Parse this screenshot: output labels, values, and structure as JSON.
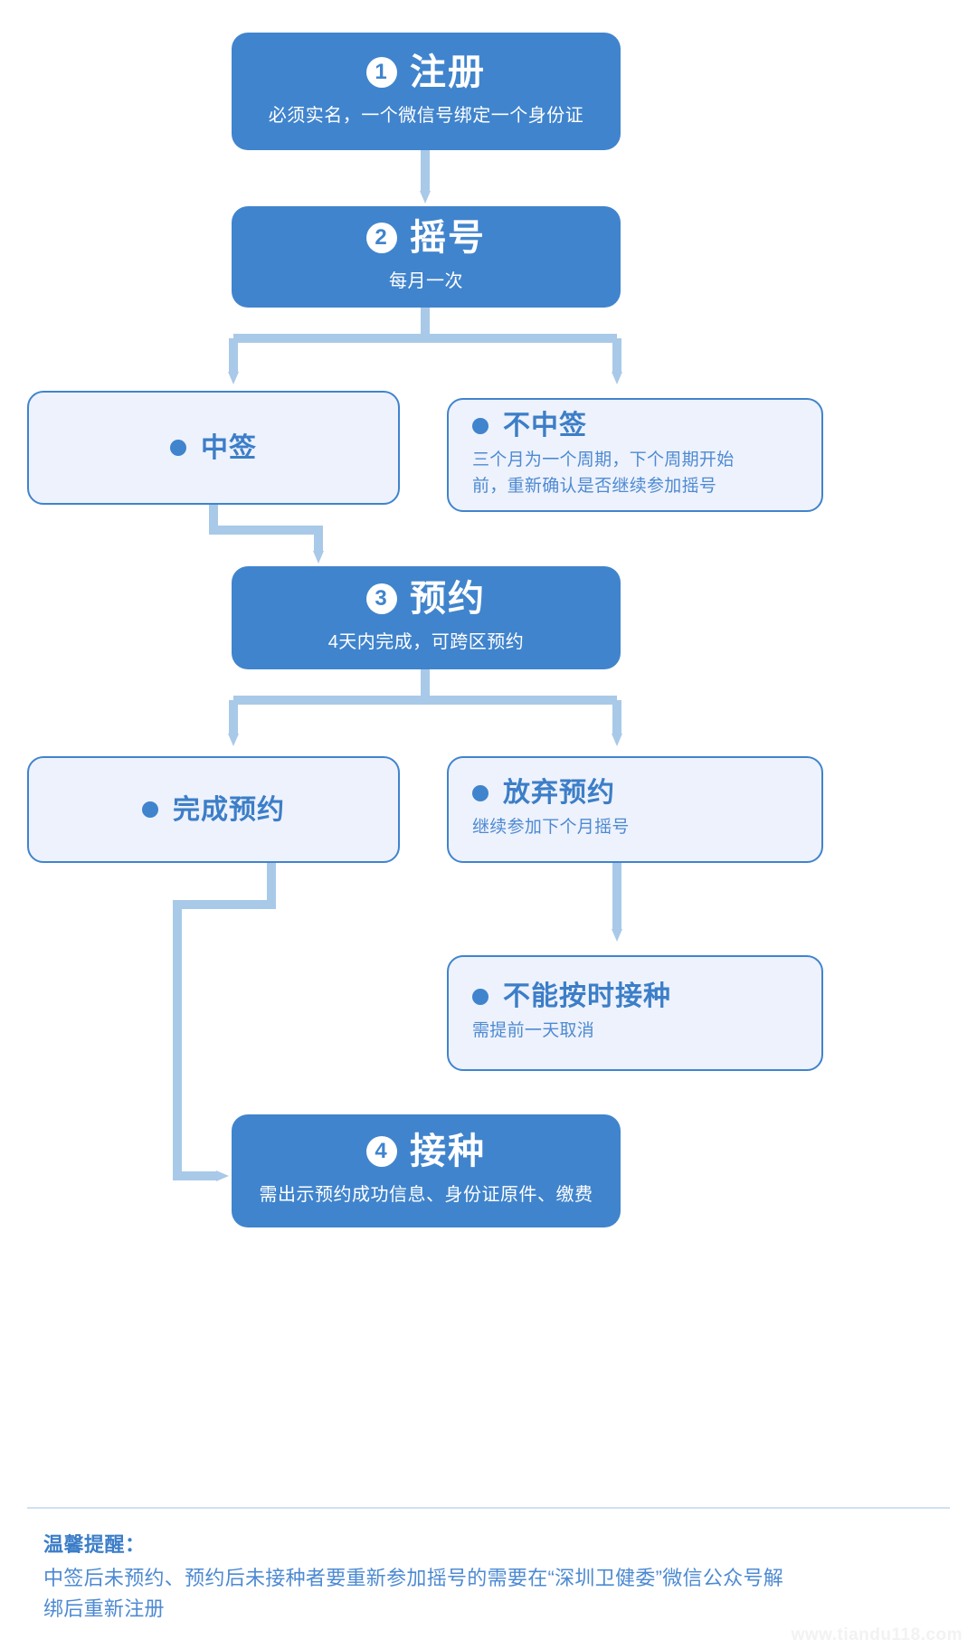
{
  "theme": {
    "primary_fill": "#4084cd",
    "light_fill": "#eef2fc",
    "border": "#4084cd",
    "wire": "#a9c9e8",
    "text_on_primary": "#ffffff",
    "text_blue": "#3c7ec8"
  },
  "nodes": {
    "register": {
      "number": "1",
      "title": "注册",
      "subtitle": "必须实名，一个微信号绑定一个身份证"
    },
    "lottery": {
      "number": "2",
      "title": "摇号",
      "subtitle": "每月一次"
    },
    "win": {
      "title": "中签"
    },
    "lose": {
      "title": "不中签",
      "body_line1": "三个月为一个周期，下个周期开始",
      "body_line2": "前，重新确认是否继续参加摇号"
    },
    "appointment": {
      "number": "3",
      "title": "预约",
      "subtitle": "4天内完成，可跨区预约"
    },
    "appointment_done": {
      "title": "完成预约"
    },
    "appointment_give_up": {
      "title": "放弃预约",
      "body": "继续参加下个月摇号"
    },
    "cannot_attend": {
      "title": "不能按时接种",
      "body": "需提前一天取消"
    },
    "vaccinate": {
      "number": "4",
      "title": "接种",
      "subtitle": "需出示预约成功信息、身份证原件、缴费"
    }
  },
  "footer": {
    "title": "温馨提醒：",
    "line1": "中签后未预约、预约后未接种者要重新参加摇号的需要在“深圳卫健委”微信公众号解",
    "line2": "绑后重新注册"
  },
  "watermark": "www.tiandu118.com"
}
